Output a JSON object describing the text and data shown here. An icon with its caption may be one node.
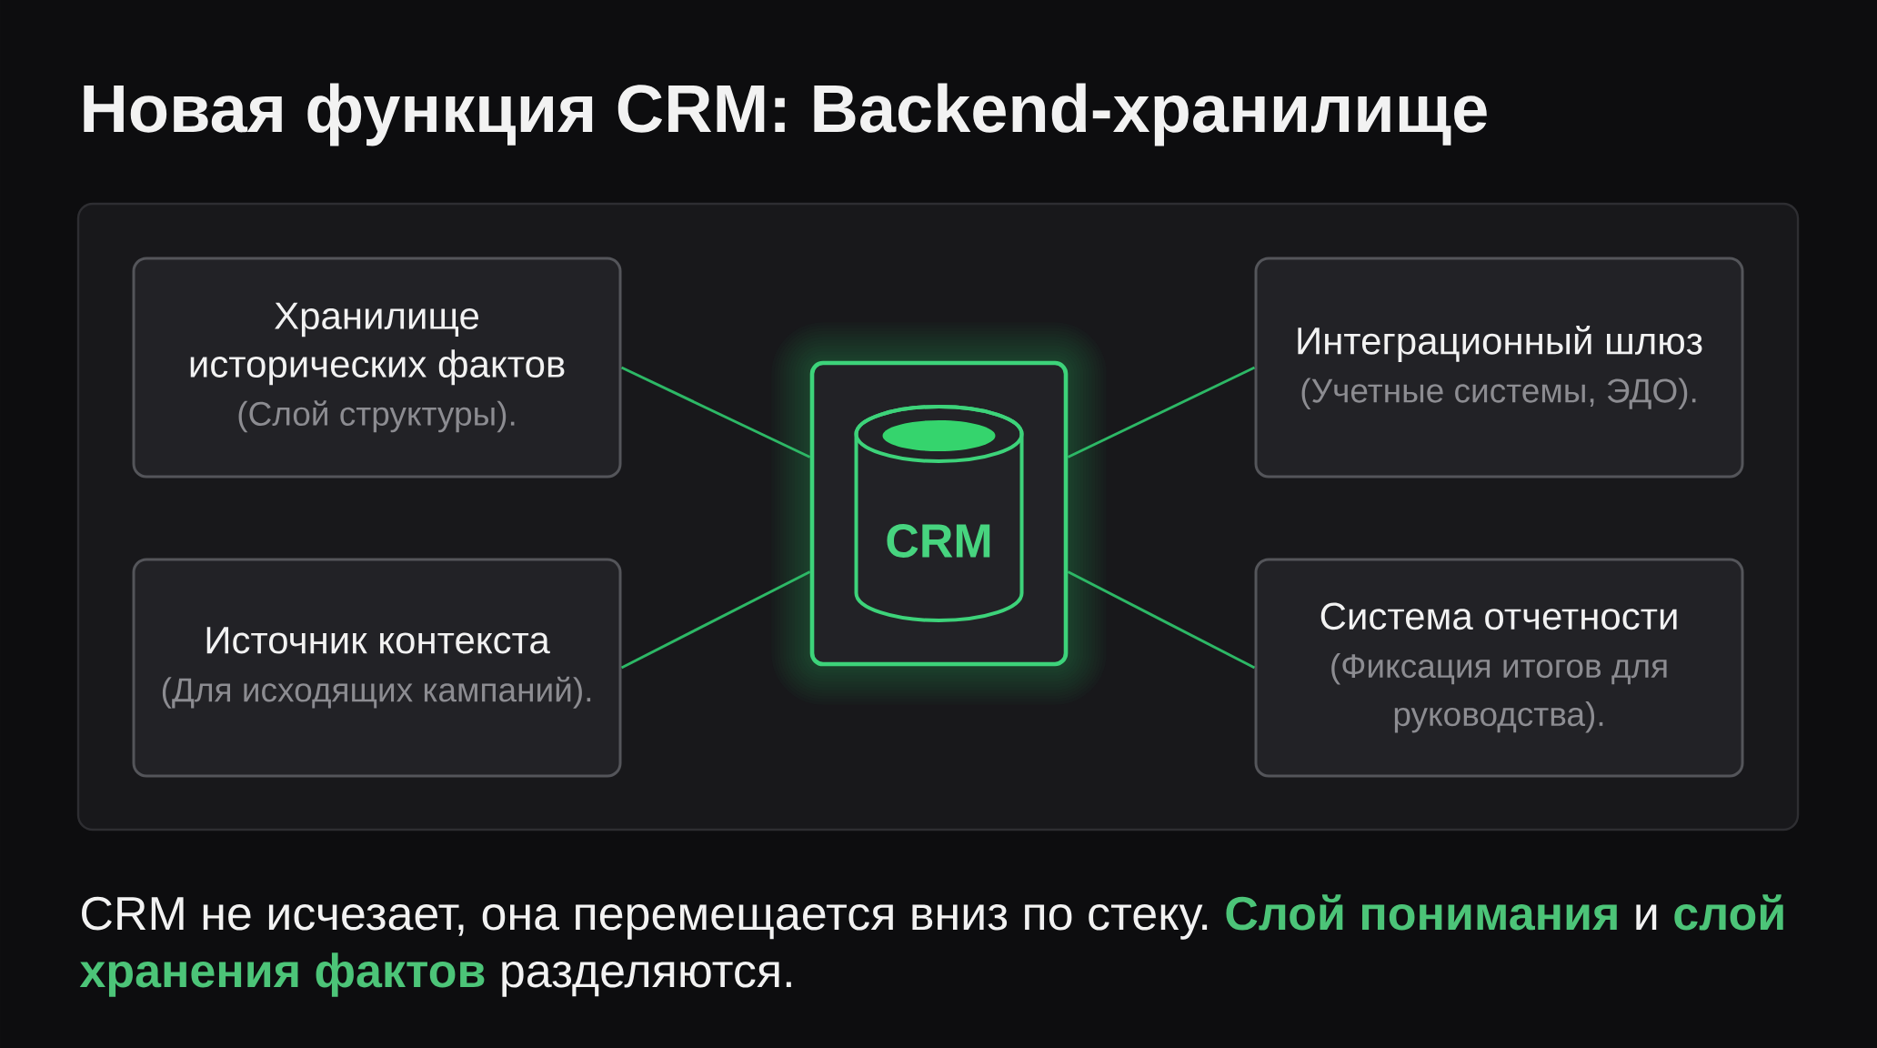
{
  "diagram": {
    "title": "Новая функция CRM: Backend-хранилище",
    "nodes": [
      {
        "text": [],
        "shape": "box"
      },
      {
        "text": [
          "Хранилище исторических фактов",
          "(Слой структуры)."
        ],
        "in": 0
      },
      {
        "text": [
          "Источник контекста",
          "(Для исходящих кампаний)."
        ],
        "in": 0
      },
      {
        "text": [],
        "shape": "box",
        "in": 0
      },
      {
        "text": [
          "CRM"
        ],
        "in": 3
      },
      {
        "text": [
          "Интеграционный шлюз",
          "(Учетные системы, ЭДО)."
        ],
        "in": 0
      },
      {
        "text": [
          "Система отчетности",
          "(Фиксация итогов для руководства)."
        ],
        "in": 0
      }
    ],
    "edges": [
      {
        "from": 1,
        "to": 3,
        "arrow": "none"
      },
      {
        "from": 2,
        "to": 3,
        "arrow": "none"
      },
      {
        "from": 3,
        "to": 5,
        "arrow": "none"
      },
      {
        "from": 3,
        "to": 6,
        "arrow": "none"
      }
    ],
    "caption": "CRM не исчезает, она перемещается вниз по стеку. **Слой понимания** и **слой хранения фактов** разделяются."
  }
}
